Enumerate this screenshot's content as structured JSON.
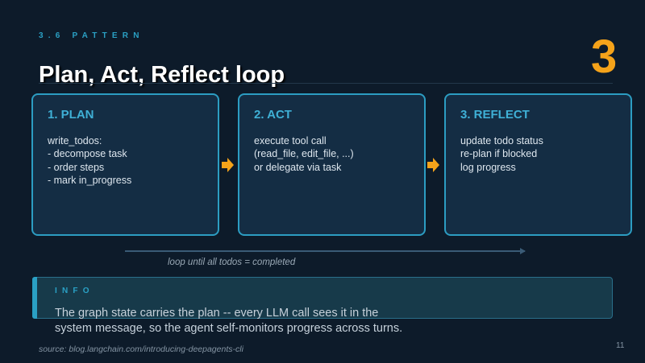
{
  "header": {
    "section_label": "3.6 PATTERN",
    "big_number": "3",
    "title": "Plan, Act, Reflect loop"
  },
  "cards": [
    {
      "heading": "1. PLAN",
      "lines": [
        "write_todos:",
        "- decompose task",
        "- order steps",
        "- mark in_progress"
      ]
    },
    {
      "heading": "2. ACT",
      "lines": [
        "execute tool call",
        "(read_file, edit_file, ...)",
        "or delegate via task"
      ]
    },
    {
      "heading": "3. REFLECT",
      "lines": [
        "update todo status",
        "re-plan if blocked",
        "log progress"
      ]
    }
  ],
  "loop_caption": "loop until all todos = completed",
  "info": {
    "label": "INFO",
    "line1": "The graph state carries the plan -- every LLM call sees it in the",
    "line2": "system message, so the agent self-monitors progress across turns."
  },
  "footer": {
    "source": "source: blog.langchain.com/introducing-deepagents-cli",
    "page_number": "11"
  },
  "colors": {
    "background": "#0d1b2a",
    "accent": "#2aa0c4",
    "number": "#f5a31a",
    "arrow": "#f5a31a"
  }
}
